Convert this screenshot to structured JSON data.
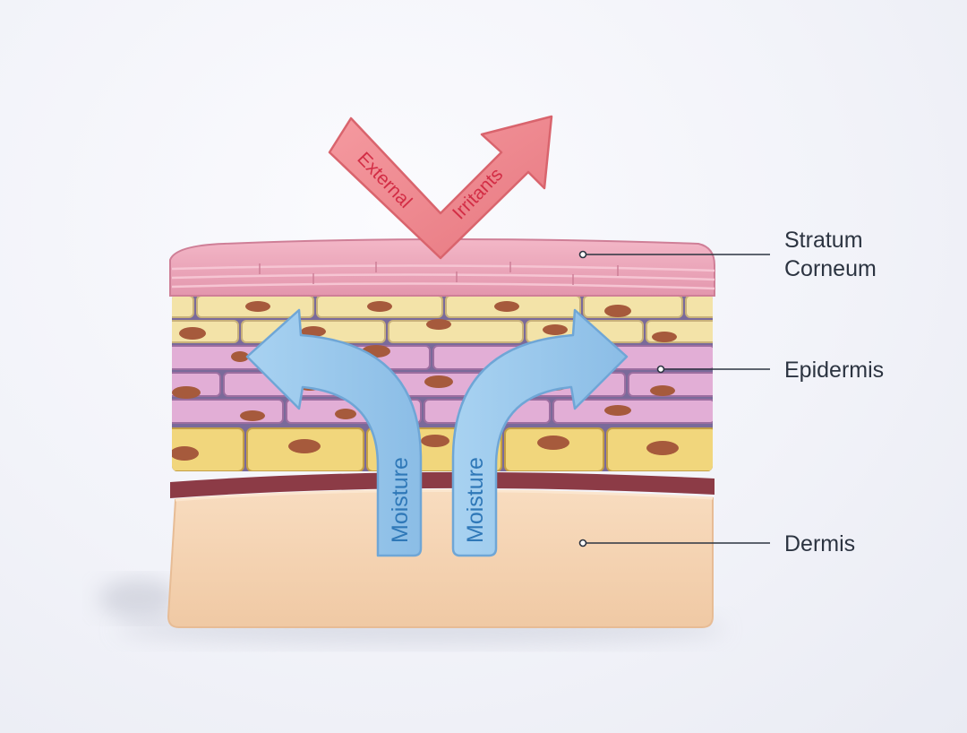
{
  "arrows": {
    "irritants": {
      "word1": "External",
      "word2": "Irritants",
      "color": "#f1898d"
    },
    "moisture_left": "Moisture",
    "moisture_right": "Moisture",
    "moisture_color": "#9dc9ec"
  },
  "labels": {
    "stratum_line1": "Stratum",
    "stratum_line2": "Corneum",
    "epidermis": "Epidermis",
    "dermis": "Dermis"
  },
  "colors": {
    "stratum": "#eaa3b8",
    "cell_yellow": "#f3e3a8",
    "cell_pink": "#e2aed6",
    "basal_yellow": "#f1d67c",
    "nucleus": "#a65a3c",
    "membrane": "#8c3b46",
    "dermis": "#f5d4b2"
  }
}
